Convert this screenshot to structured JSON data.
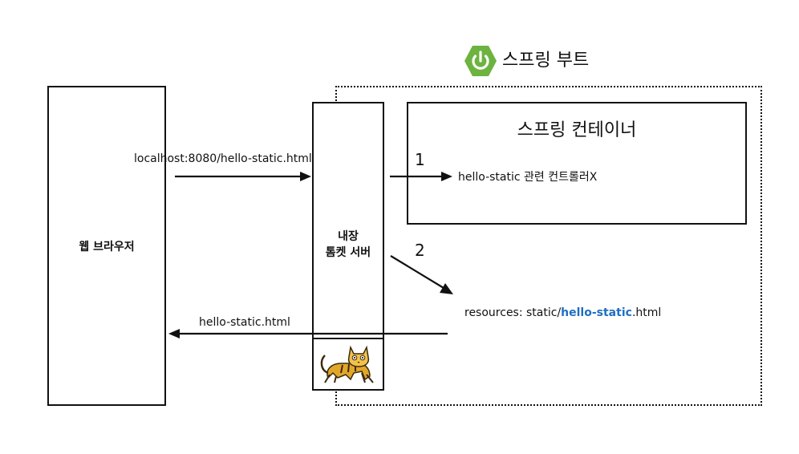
{
  "spring_boot": {
    "label": "스프링 부트",
    "icon": "power-icon",
    "icon_color": "#6db33f"
  },
  "browser": {
    "label": "웹 브라우저"
  },
  "tomcat": {
    "line1": "내장",
    "line2": "톰켓 서버",
    "icon": "tomcat-cat-icon"
  },
  "container": {
    "title": "스프링 컨테이너",
    "controller_label": "hello-static 관련 컨트롤러X"
  },
  "arrows": {
    "request_label": "localhost:8080/hello-static.html",
    "step1": "1",
    "step2": "2",
    "response_label": "hello-static.html"
  },
  "resources": {
    "prefix": "resources: static/",
    "highlight": "hello-static",
    "suffix": ".html",
    "highlight_color": "#1f6fc2"
  }
}
